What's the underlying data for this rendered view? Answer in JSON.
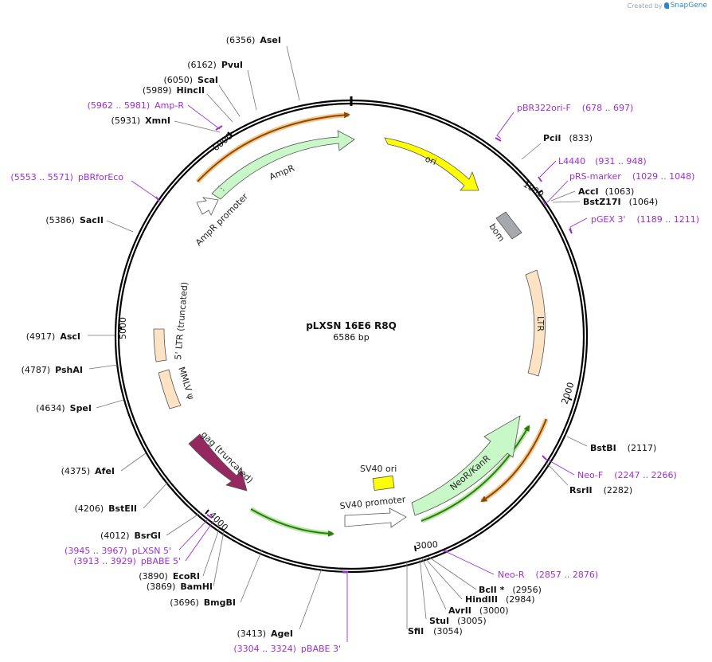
{
  "credit": {
    "prefix": "Created by",
    "brand": "SnapGene"
  },
  "plasmid": {
    "name": "pLXSN 16E6 R8Q",
    "length_label": "6586 bp"
  },
  "ticks": [
    "1000",
    "2000",
    "3000",
    "4000",
    "5000",
    "6000"
  ],
  "features": [
    {
      "id": "ori",
      "label": "ori",
      "color": "#ffff00"
    },
    {
      "id": "bom",
      "label": "bom",
      "color": "#a5a9ad"
    },
    {
      "id": "ltr",
      "label": "LTR",
      "color": "#fde2c4"
    },
    {
      "id": "neor",
      "label": "NeoR/KanR",
      "color": "#c8f7c8"
    },
    {
      "id": "sv40ori",
      "label": "SV40 ori",
      "color": "#ffff00"
    },
    {
      "id": "sv40prom",
      "label": "SV40 promoter",
      "color": "#ffffff"
    },
    {
      "id": "gag",
      "label": "gag (truncated)",
      "color": "#95285f"
    },
    {
      "id": "psi",
      "label": "MMLV ψ",
      "color": "#fde2c4"
    },
    {
      "id": "ltr5",
      "label": "5' LTR (truncated)",
      "color": "#fde2c4"
    },
    {
      "id": "ampr",
      "label": "AmpR",
      "color": "#c8f7c8"
    },
    {
      "id": "amprprom",
      "label": "AmpR promoter",
      "color": "#ffffff"
    }
  ],
  "sites": [
    {
      "id": "asei",
      "pos": "(6356)",
      "name": "AseI"
    },
    {
      "id": "pvui",
      "pos": "(6162)",
      "name": "PvuI"
    },
    {
      "id": "scai",
      "pos": "(6050)",
      "name": "ScaI"
    },
    {
      "id": "hincii",
      "pos": "(5989)",
      "name": "HincII"
    },
    {
      "id": "xmni",
      "pos": "(5931)",
      "name": "XmnI"
    },
    {
      "id": "sacii",
      "pos": "(5386)",
      "name": "SacII"
    },
    {
      "id": "asci",
      "pos": "(4917)",
      "name": "AscI"
    },
    {
      "id": "pshai",
      "pos": "(4787)",
      "name": "PshAI"
    },
    {
      "id": "spei",
      "pos": "(4634)",
      "name": "SpeI"
    },
    {
      "id": "afei",
      "pos": "(4375)",
      "name": "AfeI"
    },
    {
      "id": "bsteii",
      "pos": "(4206)",
      "name": "BstEII"
    },
    {
      "id": "bsrgi",
      "pos": "(4012)",
      "name": "BsrGI"
    },
    {
      "id": "ecori",
      "pos": "(3890)",
      "name": "EcoRI"
    },
    {
      "id": "bamhi",
      "pos": "(3869)",
      "name": "BamHI"
    },
    {
      "id": "bmgbi",
      "pos": "(3696)",
      "name": "BmgBI"
    },
    {
      "id": "agei",
      "pos": "(3413)",
      "name": "AgeI"
    },
    {
      "id": "pcii",
      "pos": "(833)",
      "name": "PciI"
    },
    {
      "id": "acci",
      "pos": "(1063)",
      "name": "AccI"
    },
    {
      "id": "bstz17i",
      "pos": "(1064)",
      "name": "BstZ17I"
    },
    {
      "id": "bstbi",
      "pos": "(2117)",
      "name": "BstBI"
    },
    {
      "id": "rsrii",
      "pos": "(2282)",
      "name": "RsrII"
    },
    {
      "id": "bcli",
      "pos": "(2956)",
      "name": "BclI *"
    },
    {
      "id": "hindiii",
      "pos": "(2984)",
      "name": "HindIII"
    },
    {
      "id": "avrii",
      "pos": "(3000)",
      "name": "AvrII"
    },
    {
      "id": "stui",
      "pos": "(3005)",
      "name": "StuI"
    },
    {
      "id": "sfii",
      "pos": "(3054)",
      "name": "SfiI"
    }
  ],
  "primers": [
    {
      "id": "ampr-primer",
      "range": "(5962 .. 5981)",
      "name": "Amp-R"
    },
    {
      "id": "pbrforeco",
      "range": "(5553 .. 5571)",
      "name": "pBRforEco"
    },
    {
      "id": "plxsn5",
      "range": "(3945 .. 3967)",
      "name": "pLXSN 5'"
    },
    {
      "id": "pbabe5",
      "range": "(3913 .. 3929)",
      "name": "pBABE 5'"
    },
    {
      "id": "pbabe3",
      "range": "(3304 .. 3324)",
      "name": "pBABE 3'"
    },
    {
      "id": "pbr322ori",
      "name": "pBR322ori-F",
      "range": "(678 .. 697)"
    },
    {
      "id": "l4440",
      "name": "L4440",
      "range": "(931 .. 948)"
    },
    {
      "id": "prsmarker",
      "name": "pRS-marker",
      "range": "(1029 .. 1048)"
    },
    {
      "id": "pgex3",
      "name": "pGEX 3'",
      "range": "(1189 .. 1211)"
    },
    {
      "id": "neof",
      "name": "Neo-F",
      "range": "(2247 .. 2266)"
    },
    {
      "id": "neor-primer",
      "name": "Neo-R",
      "range": "(2857 .. 2876)"
    }
  ]
}
